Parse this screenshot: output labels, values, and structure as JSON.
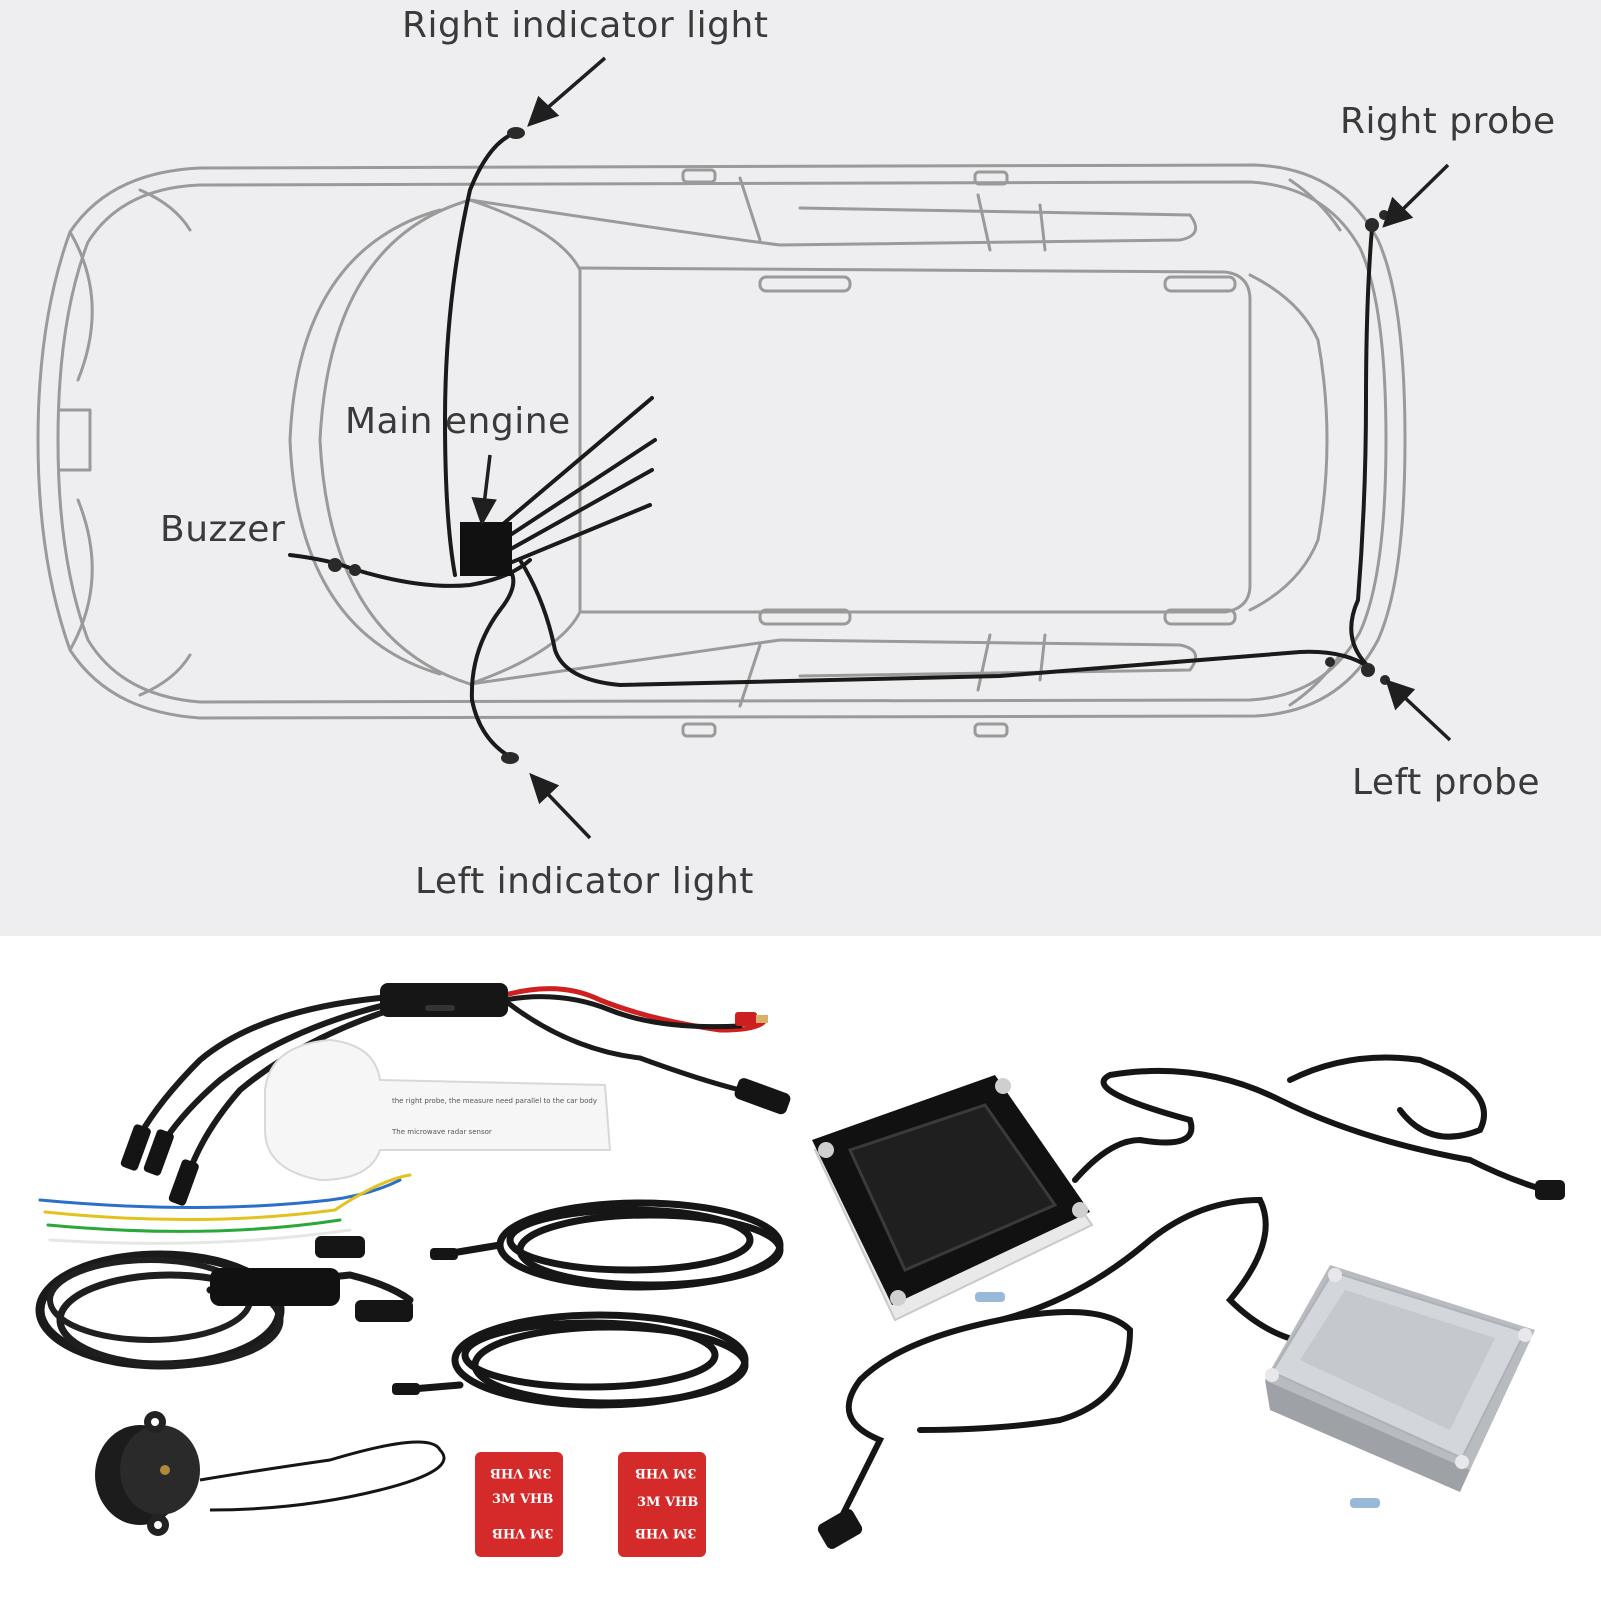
{
  "diagram": {
    "labels": {
      "right_indicator": "Right indicator light",
      "right_probe": "Right probe",
      "main_engine": "Main engine",
      "buzzer": "Buzzer",
      "left_probe": "Left probe",
      "left_indicator": "Left indicator light"
    }
  },
  "kit": {
    "tape_label": "3M VHB",
    "card_line_1": "the right probe, the measure need parallel to the car body",
    "card_line_2": "The microwave radar sensor"
  },
  "colors": {
    "panel_background": "#eeeef0",
    "car_outline": "#9a9a9a",
    "wiring": "#1a1a1a",
    "tape_red": "#d42a2a",
    "probe_silver": "#c9ccd0",
    "probe_black": "#1c1c1c"
  }
}
